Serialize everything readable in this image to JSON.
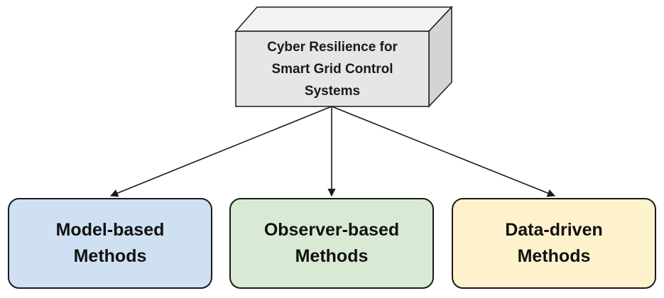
{
  "root": {
    "lines": [
      "Cyber Resilience for",
      "Smart Grid Control",
      "Systems"
    ]
  },
  "children": [
    {
      "lines": [
        "Model-based",
        "Methods"
      ],
      "color": "#cfe0f2"
    },
    {
      "lines": [
        "Observer-based",
        "Methods"
      ],
      "color": "#d9ead4"
    },
    {
      "lines": [
        "Data-driven",
        "Methods"
      ],
      "color": "#fdf2cc"
    }
  ],
  "colors": {
    "root_front": "#e6e6e6",
    "root_top": "#f2f2f2",
    "root_side": "#d4d4d4",
    "stroke": "#1a1a1a"
  }
}
